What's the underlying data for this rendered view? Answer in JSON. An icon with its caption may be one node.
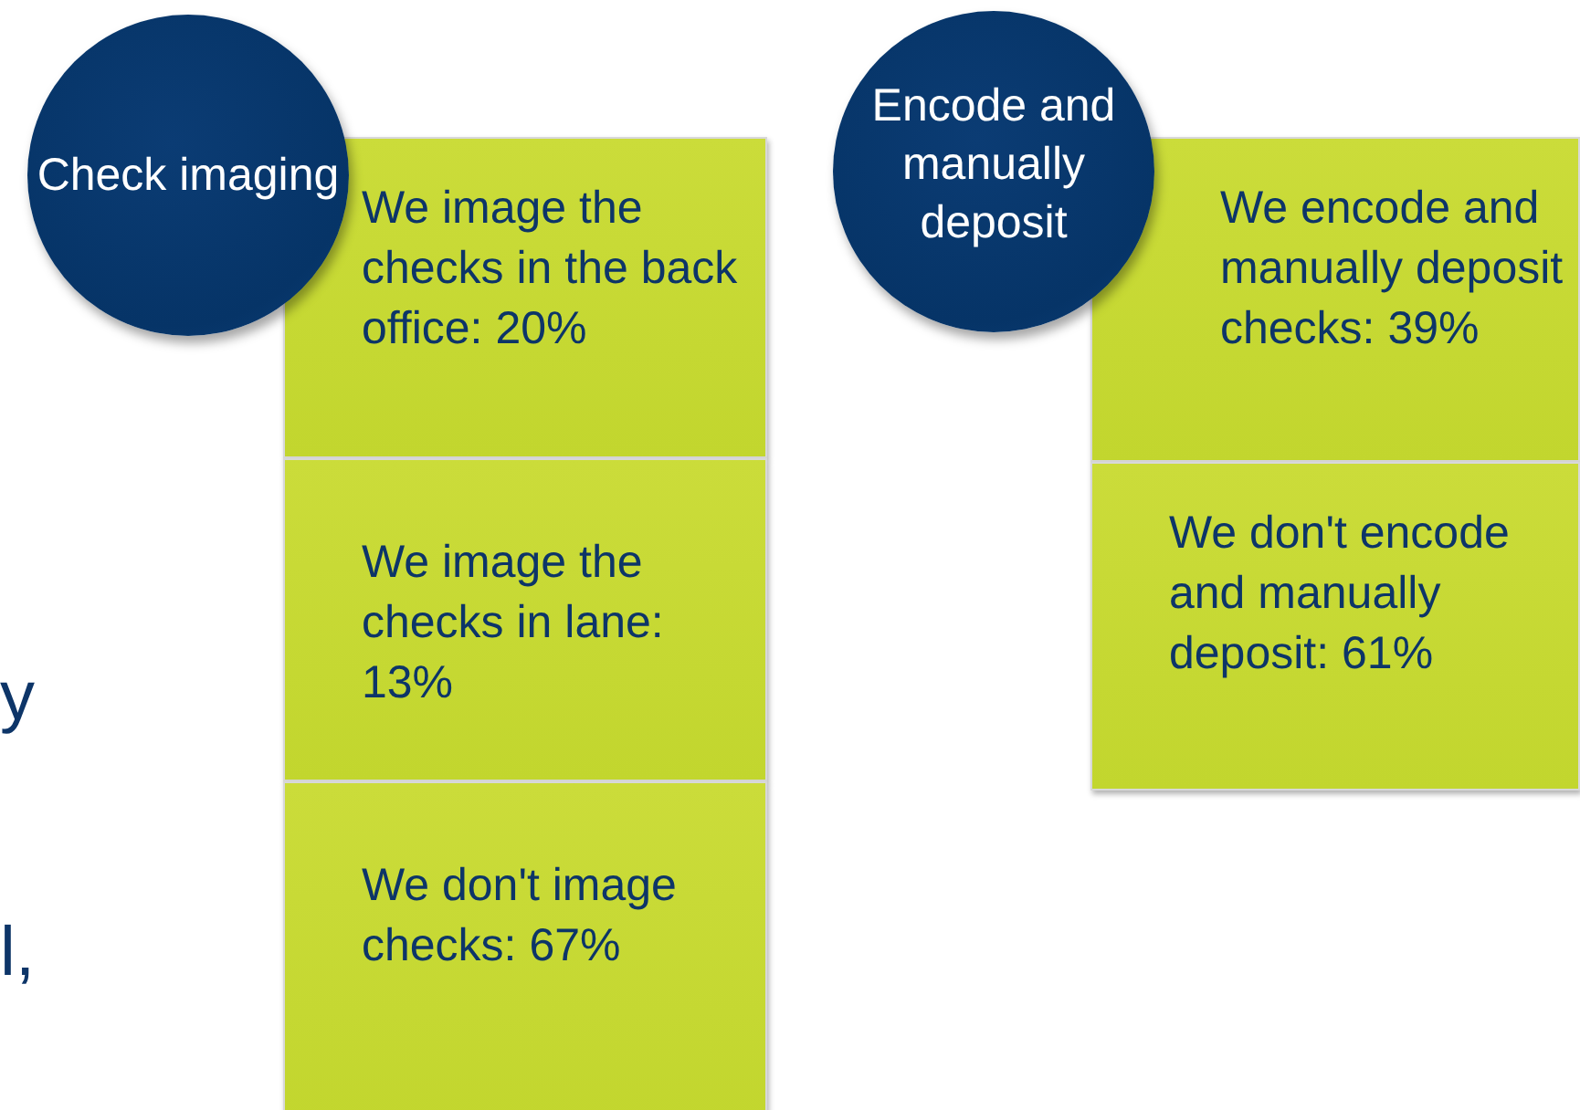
{
  "diagram": {
    "nodes": [
      {
        "text": [
          "Check imaging"
        ]
      },
      {
        "text": [
          "We image the checks in the back office: 20%"
        ]
      },
      {
        "text": [
          "We image the checks in lane: 13%"
        ]
      },
      {
        "text": [
          "We don't image checks: 67%"
        ]
      },
      {
        "text": [
          "Encode and manually deposit"
        ]
      },
      {
        "text": [
          "We encode and manually deposit checks: 39%"
        ]
      },
      {
        "text": [
          "We don't encode and manually deposit: 61%"
        ]
      }
    ],
    "labels": [
      "y",
      "l,"
    ]
  }
}
